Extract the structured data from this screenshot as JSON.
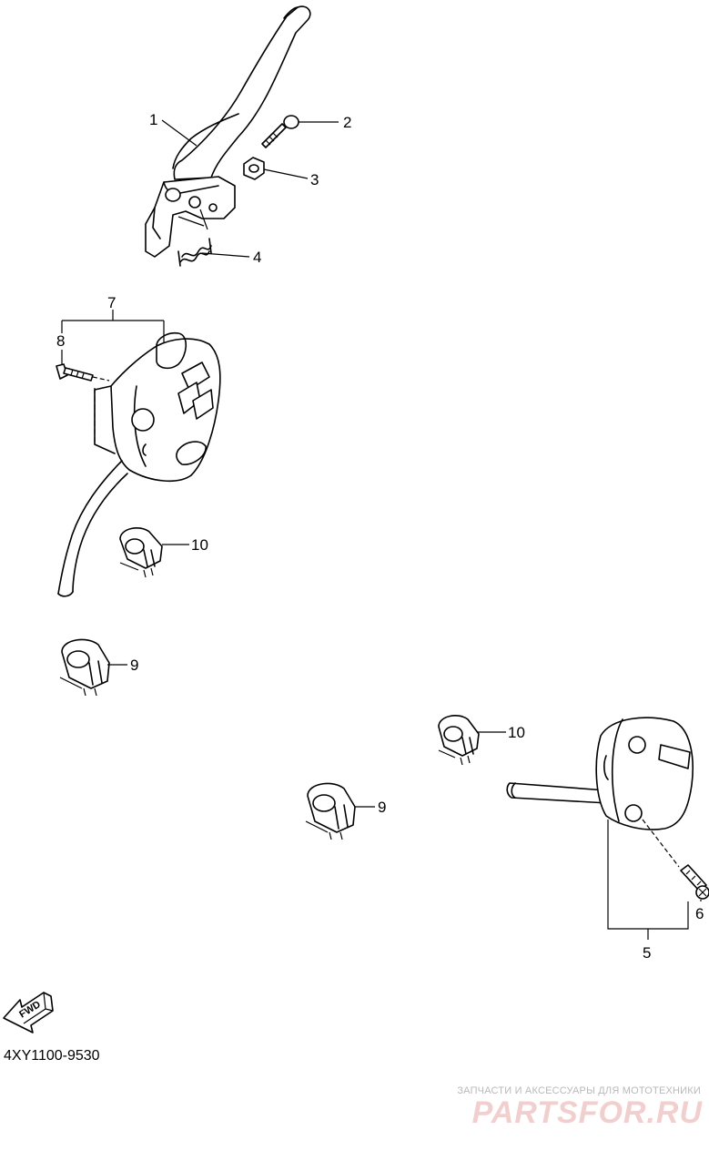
{
  "diagram_code": "4XY1100-9530",
  "fwd_label": "FWD",
  "callouts": {
    "c1": "1",
    "c2": "2",
    "c3": "3",
    "c4": "4",
    "c5": "5",
    "c6": "6",
    "c7": "7",
    "c8": "8",
    "c9a": "9",
    "c9b": "9",
    "c10a": "10",
    "c10b": "10"
  },
  "watermark": {
    "tagline": "ЗАПЧАСТИ И АКСЕССУАРЫ ДЛЯ МОТОТЕХНИКИ",
    "brand": "PARTSFOR.RU"
  }
}
